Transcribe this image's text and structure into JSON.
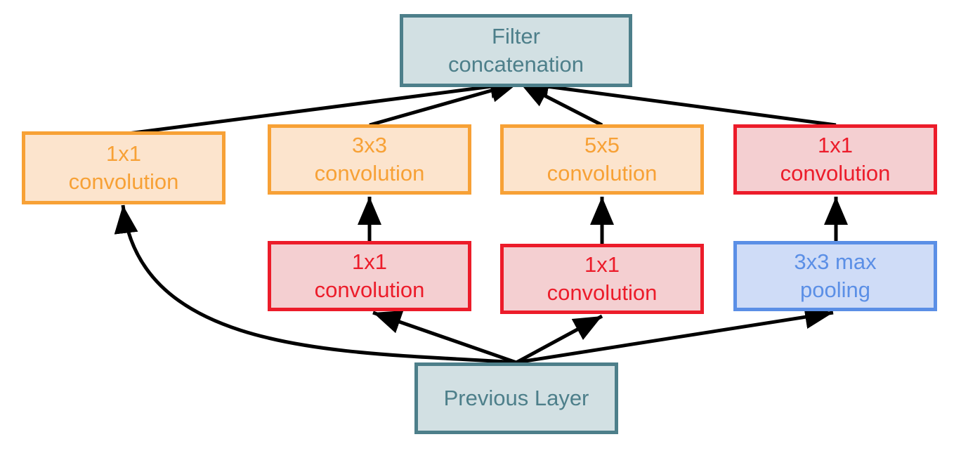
{
  "colors": {
    "teal": "#4d7f8a",
    "orange": "#f7a136",
    "red": "#ec1c2a",
    "blue": "#5b8fe6",
    "arrow": "#000000"
  },
  "nodes": {
    "filter_concat": {
      "line1": "Filter",
      "line2": "concatenation"
    },
    "conv1x1_a": {
      "line1": "1x1",
      "line2": "convolution"
    },
    "conv3x3": {
      "line1": "3x3",
      "line2": "convolution"
    },
    "conv5x5": {
      "line1": "5x5",
      "line2": "convolution"
    },
    "conv1x1_b": {
      "line1": "1x1",
      "line2": "convolution"
    },
    "conv1x1_c": {
      "line1": "1x1",
      "line2": "convolution"
    },
    "conv1x1_d": {
      "line1": "1x1",
      "line2": "convolution"
    },
    "maxpool": {
      "line1": "3x3 max",
      "line2": "pooling"
    },
    "previous_layer": {
      "line1": "Previous Layer"
    }
  }
}
